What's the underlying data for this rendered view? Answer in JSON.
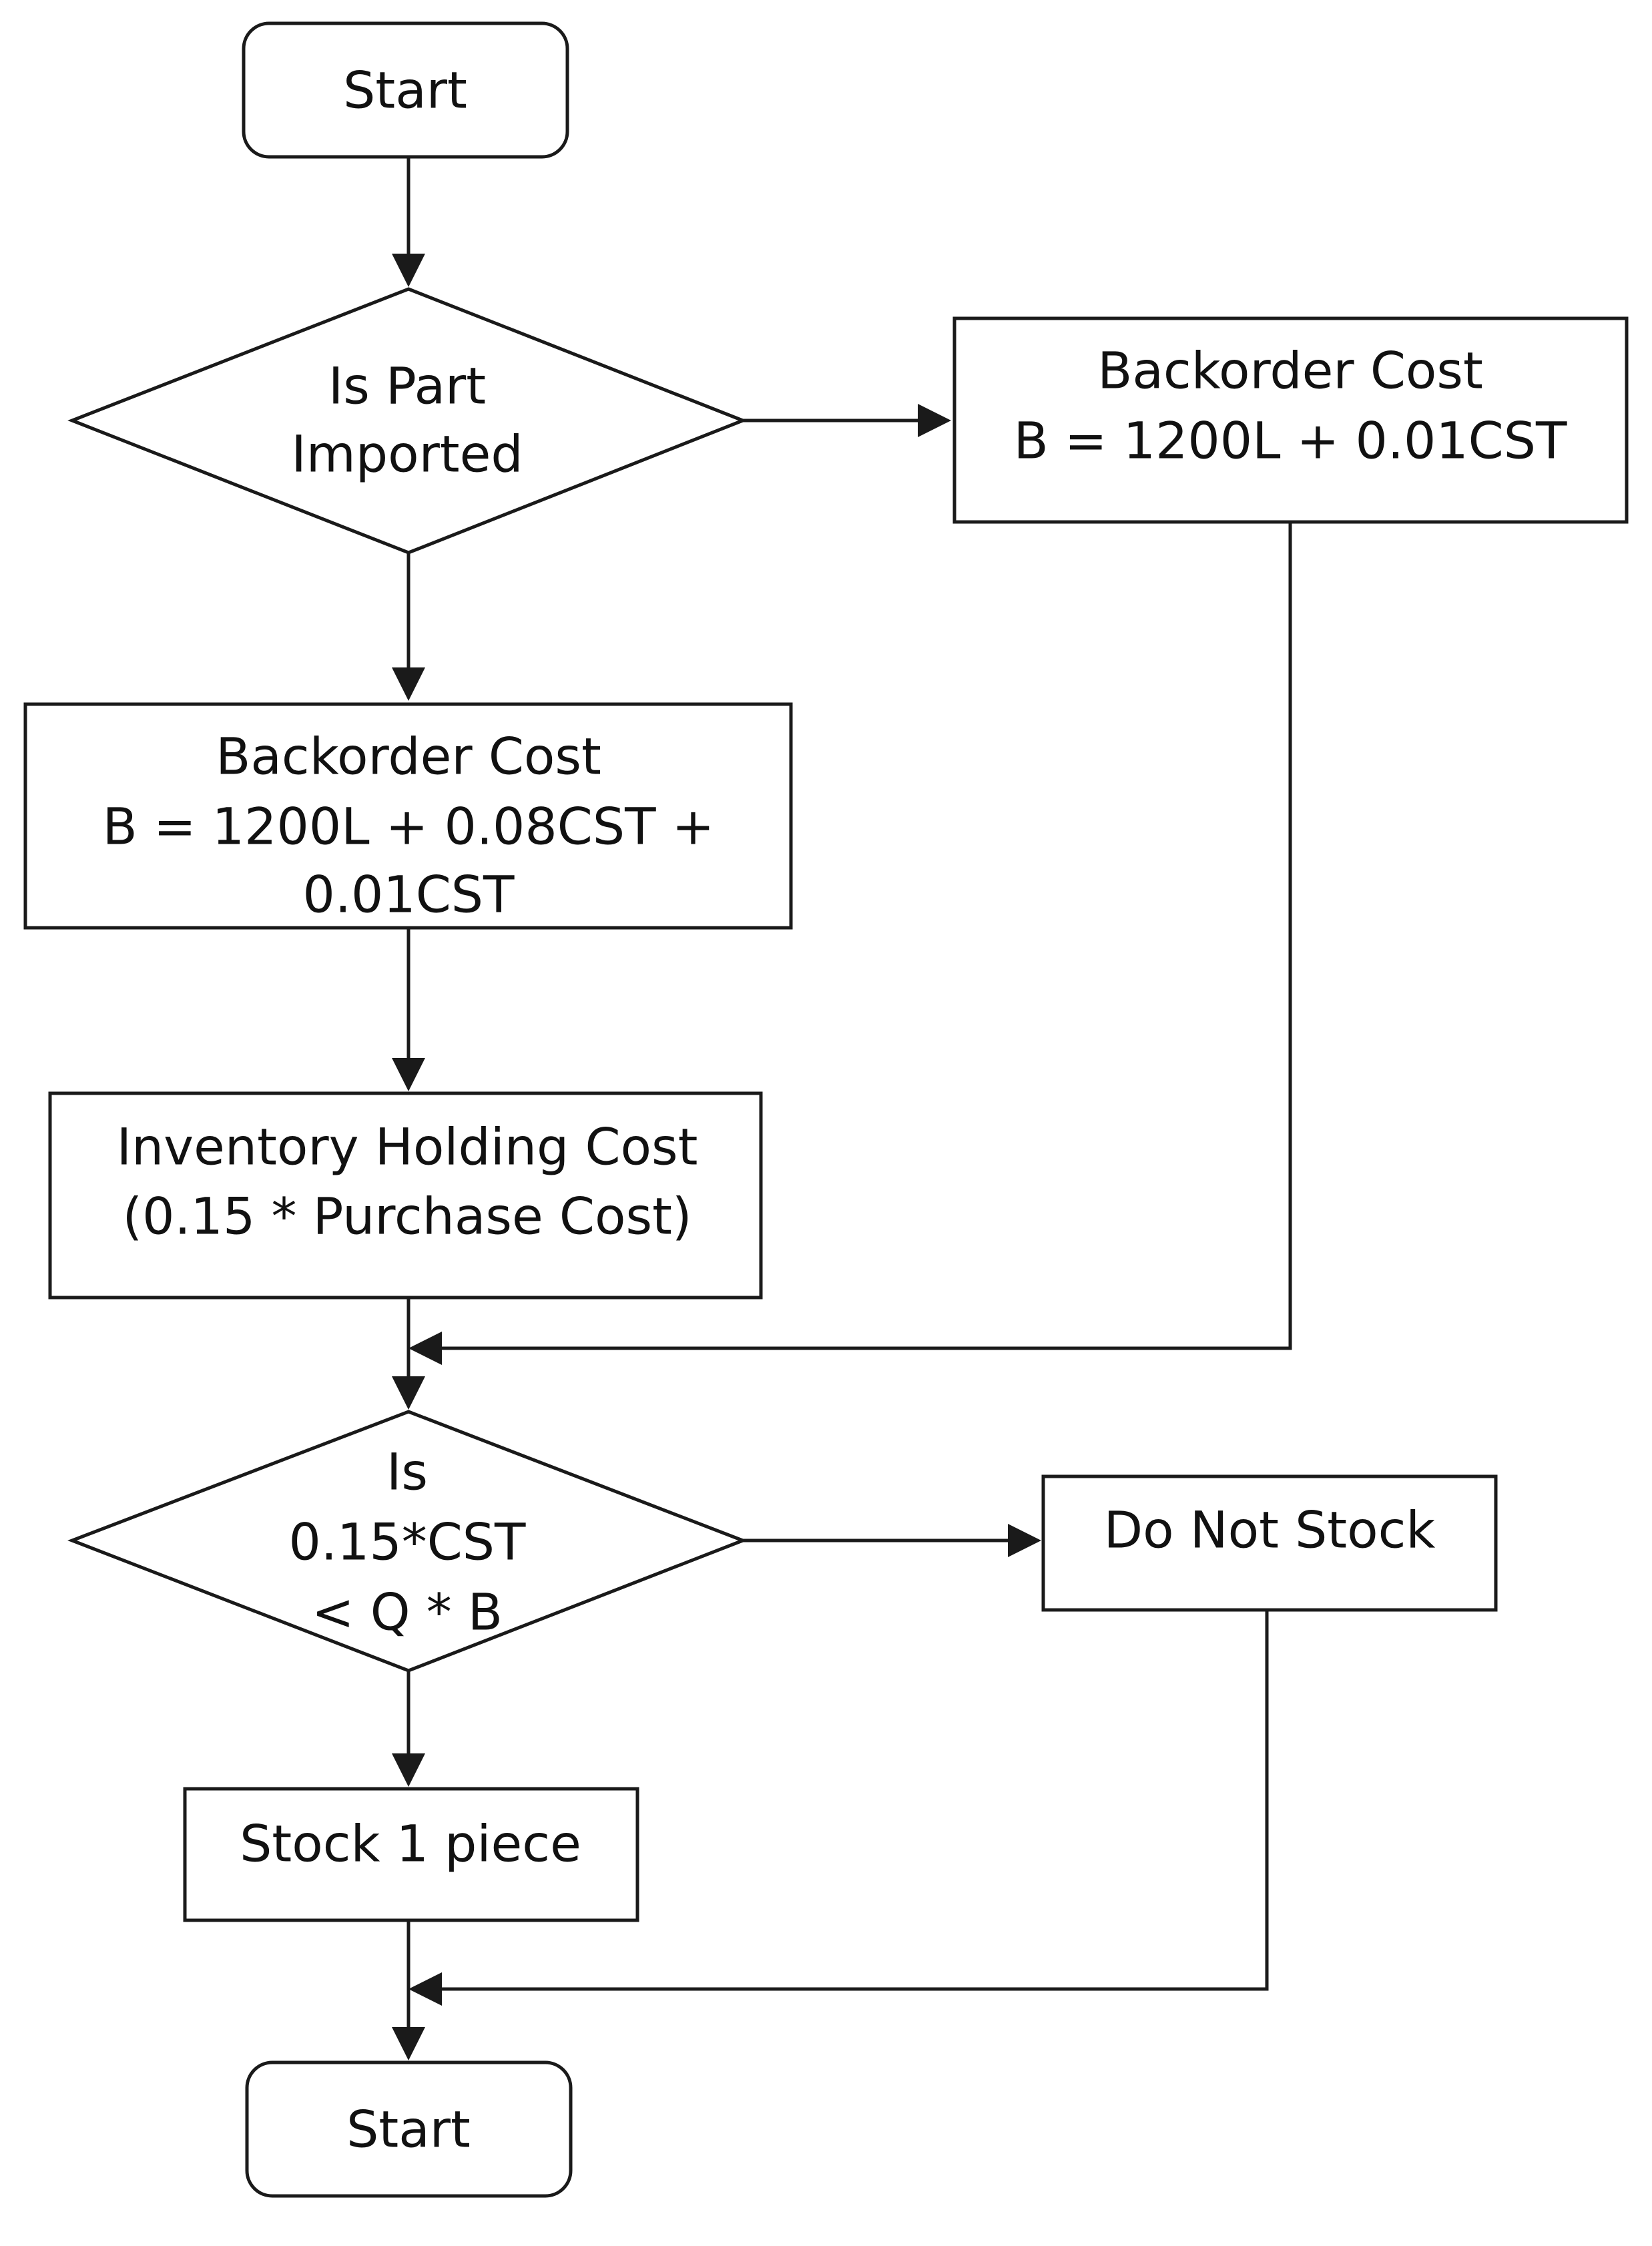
{
  "nodes": {
    "start_top": {
      "lines": [
        "Start"
      ]
    },
    "decision_imported": {
      "lines": [
        "Is Part",
        "Imported"
      ]
    },
    "backorder_right": {
      "lines": [
        "Backorder Cost",
        "B = 1200L + 0.01CST"
      ]
    },
    "backorder_left": {
      "lines": [
        "Backorder Cost",
        "B = 1200L + 0.08CST +",
        "0.01CST"
      ]
    },
    "holding_cost": {
      "lines": [
        "Inventory Holding Cost",
        "(0.15 * Purchase Cost)"
      ]
    },
    "decision_stock": {
      "lines": [
        "Is",
        "0.15*CST",
        "< Q * B"
      ]
    },
    "do_not_stock": {
      "lines": [
        "Do Not Stock"
      ]
    },
    "stock_one": {
      "lines": [
        "Stock 1 piece"
      ]
    },
    "start_bottom": {
      "lines": [
        "Start"
      ]
    }
  }
}
